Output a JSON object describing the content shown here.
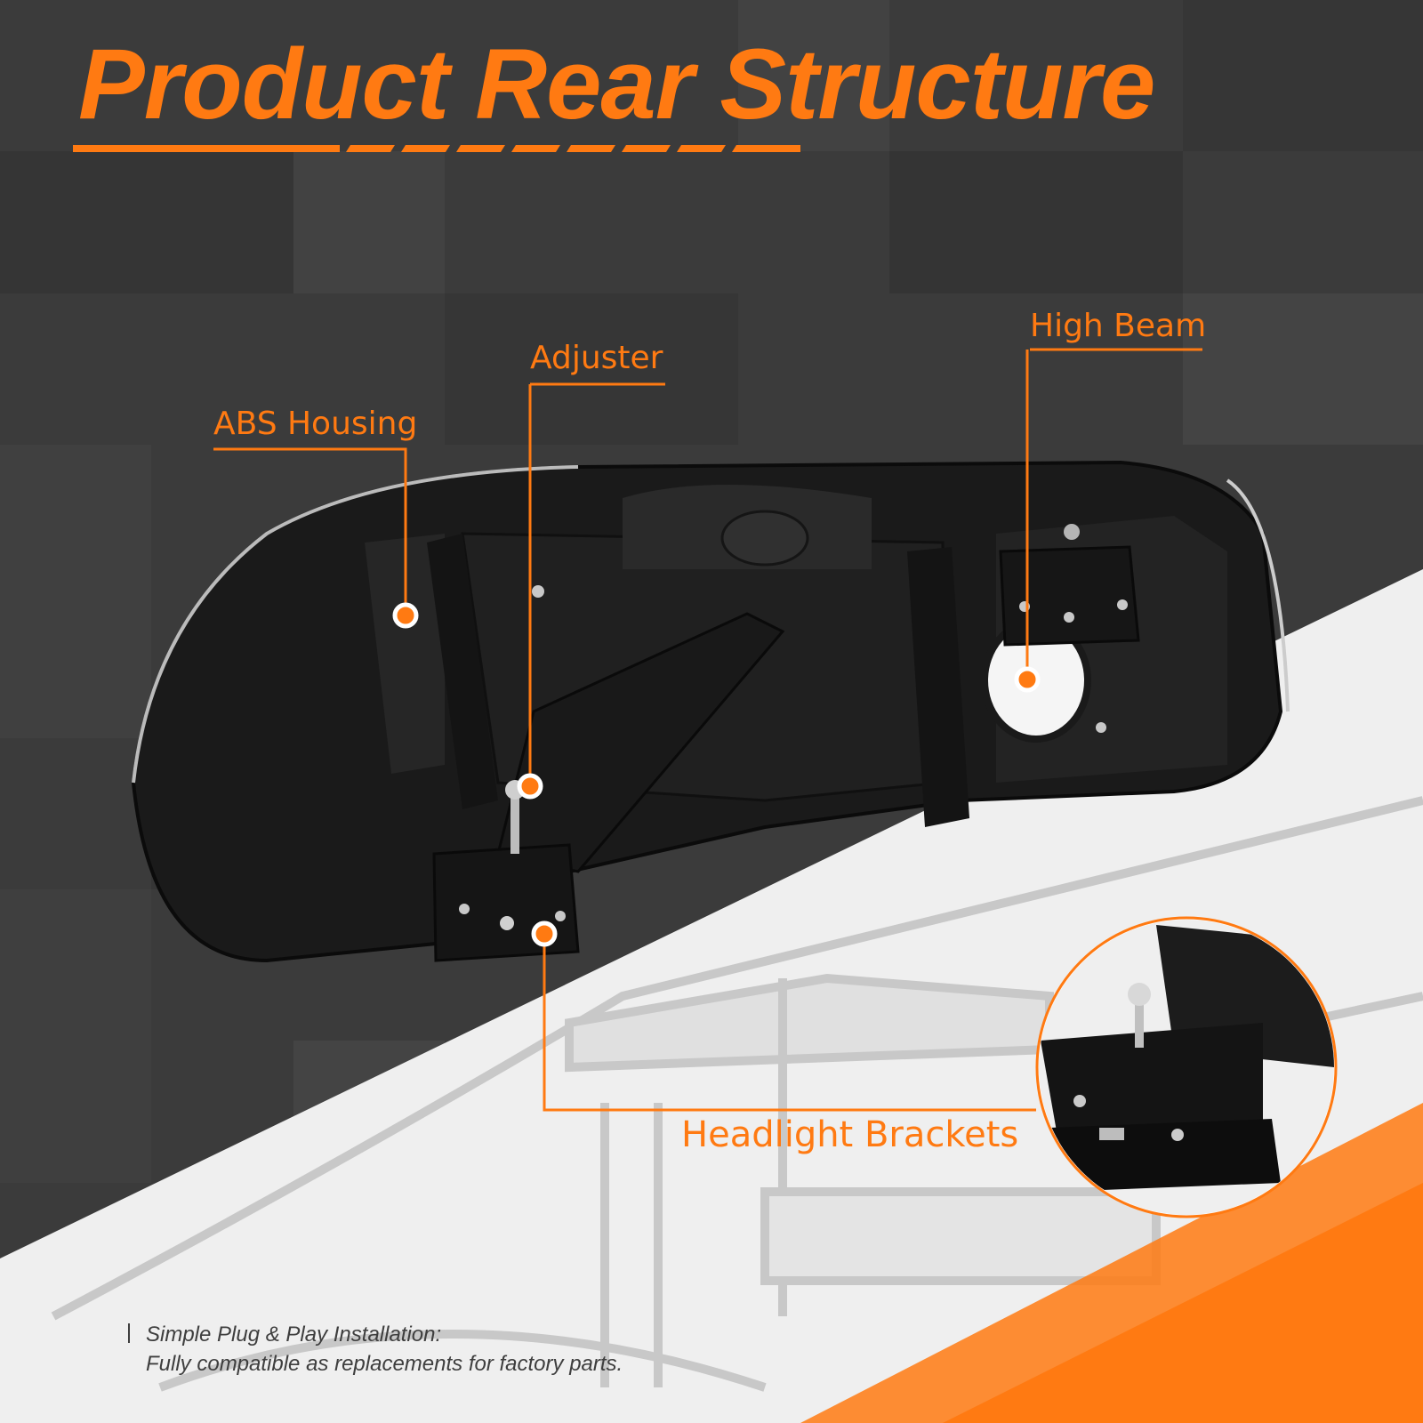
{
  "title": "Product Rear Structure",
  "callouts": {
    "abs_housing": "ABS Housing",
    "adjuster": "Adjuster",
    "high_beam": "High Beam",
    "headlight_brackets": "Headlight Brackets"
  },
  "note": {
    "line1": "Simple Plug & Play Installation:",
    "line2": "Fully compatible as replacements for factory parts."
  },
  "colors": {
    "accent": "#ff7a12",
    "background_dark": "#3a3a3a",
    "background_light": "#f2f2f2"
  }
}
